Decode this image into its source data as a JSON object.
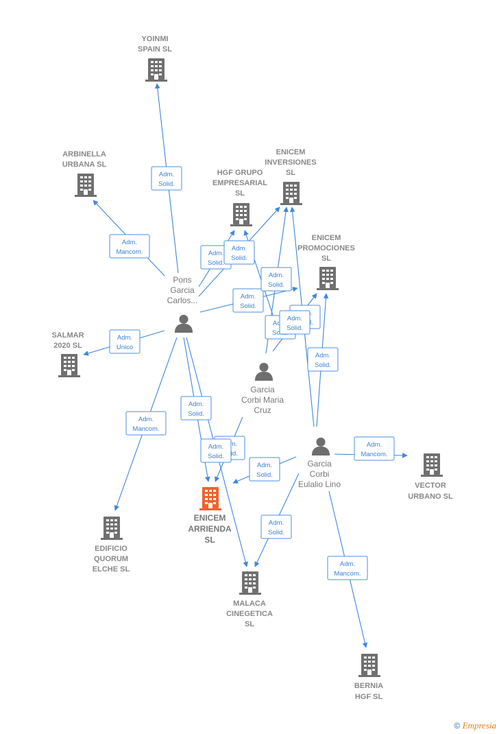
{
  "companies": [
    {
      "id": "yoinmi",
      "lines": [
        "YOINMI",
        "SPAIN  SL"
      ],
      "highlight": false
    },
    {
      "id": "arbinella",
      "lines": [
        "ARBINELLA",
        "URBANA  SL"
      ],
      "highlight": false
    },
    {
      "id": "hgf",
      "lines": [
        "HGF GRUPO",
        "EMPRESARIAL",
        "SL"
      ],
      "highlight": false
    },
    {
      "id": "enicem-inv",
      "lines": [
        "ENICEM",
        "INVERSIONES",
        "SL"
      ],
      "highlight": false
    },
    {
      "id": "enicem-prom",
      "lines": [
        "ENICEM",
        "PROMOCIONES",
        "SL"
      ],
      "highlight": false
    },
    {
      "id": "salmar",
      "lines": [
        "SALMAR",
        "2020  SL"
      ],
      "highlight": false
    },
    {
      "id": "edificio",
      "lines": [
        "EDIFICIO",
        "QUORUM",
        "ELCHE  SL"
      ],
      "highlight": false
    },
    {
      "id": "enicem-arr",
      "lines": [
        "ENICEM",
        "ARRIENDA",
        "SL"
      ],
      "highlight": true
    },
    {
      "id": "malaca",
      "lines": [
        "MALACA",
        "CINEGETICA",
        "SL"
      ],
      "highlight": false
    },
    {
      "id": "vector",
      "lines": [
        "VECTOR",
        "URBANO  SL"
      ],
      "highlight": false
    },
    {
      "id": "bernia",
      "lines": [
        "BERNIA",
        "HGF  SL"
      ],
      "highlight": false
    }
  ],
  "persons": [
    {
      "id": "pons",
      "lines": [
        "Pons",
        "Garcia",
        "Carlos..."
      ]
    },
    {
      "id": "maria",
      "lines": [
        "Garcia",
        "Corbi Maria",
        "Cruz"
      ]
    },
    {
      "id": "eulalio",
      "lines": [
        "Garcia",
        "Corbi",
        "Eulalio Lino"
      ]
    }
  ],
  "edges": [
    {
      "id": "e1",
      "label": [
        "Adm.",
        "Solid."
      ]
    },
    {
      "id": "e2",
      "label": [
        "Adm.",
        "Mancom."
      ]
    },
    {
      "id": "e3",
      "label": [
        "Adm.",
        "Solid."
      ]
    },
    {
      "id": "e4",
      "label": [
        "Adm.",
        "Solid."
      ]
    },
    {
      "id": "e5",
      "label": [
        "Adm.",
        "Solid."
      ]
    },
    {
      "id": "e6",
      "label": [
        "Adm.",
        "Unico"
      ]
    },
    {
      "id": "e7",
      "label": [
        "Adm.",
        "Mancom."
      ]
    },
    {
      "id": "e8",
      "label": [
        "Adm.",
        "Solid."
      ]
    },
    {
      "id": "e9",
      "label": [
        "Adm.",
        "Solid."
      ]
    },
    {
      "id": "e10",
      "label": [
        "Adm.",
        "Solid."
      ]
    },
    {
      "id": "e11",
      "label": [
        "Adm.",
        "Solid."
      ]
    },
    {
      "id": "e12",
      "label": [
        "Adm.",
        "Solid."
      ]
    },
    {
      "id": "e13",
      "label": [
        "Adm.",
        "Solid."
      ]
    },
    {
      "id": "e14",
      "label": [
        "Adm.",
        "Solid."
      ]
    },
    {
      "id": "e15",
      "label": [
        "Adm.",
        "Solid."
      ]
    },
    {
      "id": "e16",
      "label": [
        "Adm.",
        "Solid."
      ]
    },
    {
      "id": "e17",
      "label": [
        "Adm.",
        "Solid."
      ]
    },
    {
      "id": "e18",
      "label": [
        "Adm.",
        "Mancom."
      ]
    },
    {
      "id": "e19",
      "label": [
        "Adm.",
        "Mancom."
      ]
    }
  ],
  "colors": {
    "edge": "#3f86de",
    "building": "#707070",
    "highlight": "#f0622e",
    "person": "#6e6e6e"
  },
  "footer": {
    "copyright": "©",
    "brand": "Empresia"
  }
}
